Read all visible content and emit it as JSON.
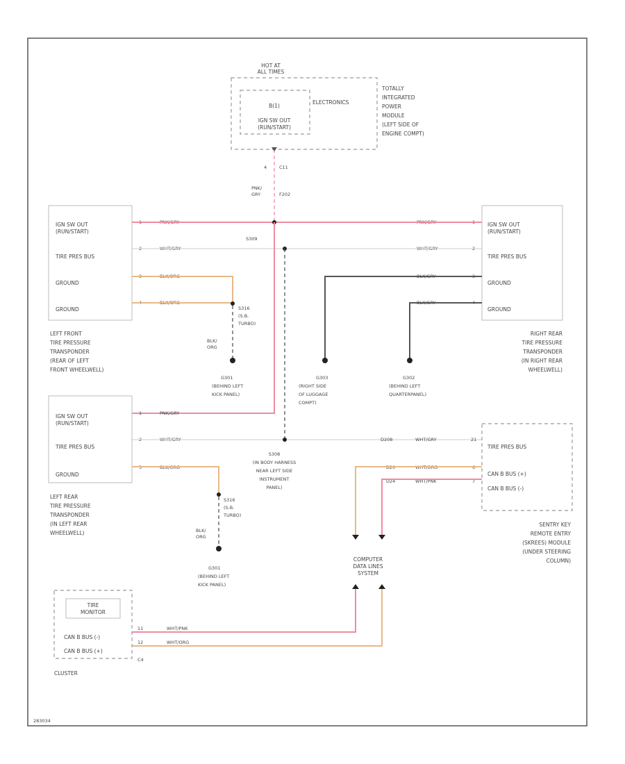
{
  "tipm": {
    "hot": [
      "HOT AT",
      "ALL TIMES"
    ],
    "fuse": "B(1)",
    "relay": [
      "IGN SW OUT",
      "(RUN/START)"
    ],
    "electronics": "ELECTRONICS",
    "name": [
      "TOTALLY",
      "INTEGRATED",
      "POWER",
      "MODULE",
      "(LEFT SIDE OF",
      "ENGINE COMPT)"
    ],
    "pin": "4",
    "conn": "C11",
    "wire_color": [
      "PNK/",
      "GRY"
    ],
    "circuit": "F202"
  },
  "lf": {
    "pins": [
      "IGN SW OUT",
      "(RUN/START)",
      "TIRE PRES BUS",
      "GROUND",
      "GROUND"
    ],
    "pin_nums": [
      "1",
      "2",
      "3",
      "4"
    ],
    "wires": [
      "PNK/GRY",
      "WHT/GRY",
      "BLK/ORG",
      "BLK/ORG"
    ],
    "name": [
      "LEFT FRONT",
      "TIRE PRESSURE",
      "TRANSPONDER",
      "(REAR OF LEFT",
      "FRONT WHEELWELL)"
    ]
  },
  "rr": {
    "pins": [
      "IGN SW OUT",
      "(RUN/START)",
      "TIRE PRES BUS",
      "GROUND",
      "GROUND"
    ],
    "pin_nums": [
      "1",
      "2",
      "3",
      "4"
    ],
    "wires": [
      "PNK/GRY",
      "WHT/GRY",
      "BLK/GRY",
      "BLK/GRY"
    ],
    "name": [
      "RIGHT REAR",
      "TIRE PRESSURE",
      "TRANSPONDER",
      "(IN RIGHT REAR",
      "WHEELWELL)"
    ]
  },
  "lr": {
    "pins": [
      "IGN SW OUT",
      "(RUN/START)",
      "TIRE PRES BUS",
      "GROUND"
    ],
    "pin_nums": [
      "1",
      "2",
      "3"
    ],
    "wires": [
      "PNK/GRY",
      "WHT/GRY",
      "BLK/ORG"
    ],
    "name": [
      "LEFT REAR",
      "TIRE PRESSURE",
      "TRANSPONDER",
      "(IN LEFT REAR",
      "WHEELWELL)"
    ]
  },
  "sentry": {
    "pins": [
      "TIRE PRES BUS",
      "CAN B BUS (+)",
      "CAN B BUS (-)"
    ],
    "pin_nums": [
      "21",
      "6",
      "7"
    ],
    "wires": [
      "WHT/GRY",
      "WHT/ORG",
      "WHT/PNK"
    ],
    "circuits": [
      "D208",
      "D20",
      "D24"
    ],
    "name": [
      "SENTRY KEY",
      "REMOTE ENTRY",
      "(SKREES) MODULE",
      "(UNDER STEERING",
      "COLUMN)"
    ]
  },
  "cluster": {
    "tire_monitor": [
      "TIRE",
      "MONITOR"
    ],
    "pins": [
      "CAN B BUS (-)",
      "CAN B BUS (+)"
    ],
    "pin_nums": [
      "11",
      "12"
    ],
    "wires": [
      "WHT/PNK",
      "WHT/ORG"
    ],
    "conn": "C4",
    "name": "CLUSTER"
  },
  "splices": {
    "s309": "S309",
    "s308": [
      "S308",
      "(IN BODY HARNESS",
      "NEAR LEFT SIDE",
      "INSTRUMENT",
      "PANEL)"
    ],
    "s316a": [
      "S316",
      "(S.B.",
      "TURBO)"
    ],
    "s316b": [
      "S316",
      "(S.B.",
      "TURBO)"
    ],
    "blk_org_a": [
      "BLK/",
      "ORG"
    ],
    "blk_org_b": [
      "BLK/",
      "ORG"
    ]
  },
  "grounds": {
    "g301a": [
      "G301",
      "(BEHIND LEFT",
      "KICK PANEL)"
    ],
    "g303": [
      "G303",
      "(RIGHT SIDE",
      "OF LUGGAGE",
      "COMPT)"
    ],
    "g302": [
      "G302",
      "(BEHIND LEFT",
      "QUARTERPANEL)"
    ],
    "g301b": [
      "G301",
      "(BEHIND LEFT",
      "KICK PANEL)"
    ]
  },
  "cdl": [
    "COMPUTER",
    "DATA LINES",
    "SYSTEM"
  ],
  "figure_code": "283034",
  "colors": {
    "pink": "#f08aa0",
    "orange": "#e8b888",
    "black": "#555555",
    "gray": "#cccccc"
  }
}
